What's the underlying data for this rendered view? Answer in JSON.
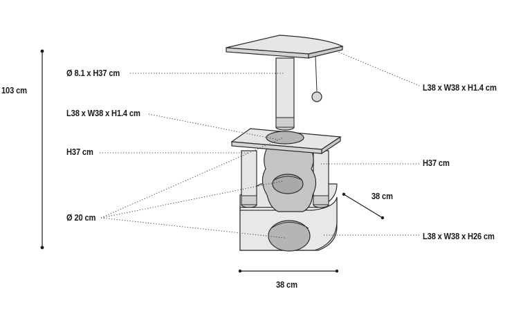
{
  "labels": {
    "total_height": "103 cm",
    "post_top": "Ø 8.1 x H37 cm",
    "mid_platform": "L38 x W38 x H1.4 cm",
    "post_h_left": "H37 cm",
    "tunnel_diameter": "Ø 20 cm",
    "top_platform": "L38 x W38 x H1.4 cm",
    "post_h_right": "H37 cm",
    "depth": "38 cm",
    "base_house": "L38 x W38 x H26 cm",
    "width": "38 cm"
  },
  "colors": {
    "light_fill": "#e6e6e6",
    "dark_fill": "#b5b5b5",
    "mid_fill": "#cfcfcf",
    "outline": "#2a2a2a",
    "text": "#1a1a1a"
  }
}
